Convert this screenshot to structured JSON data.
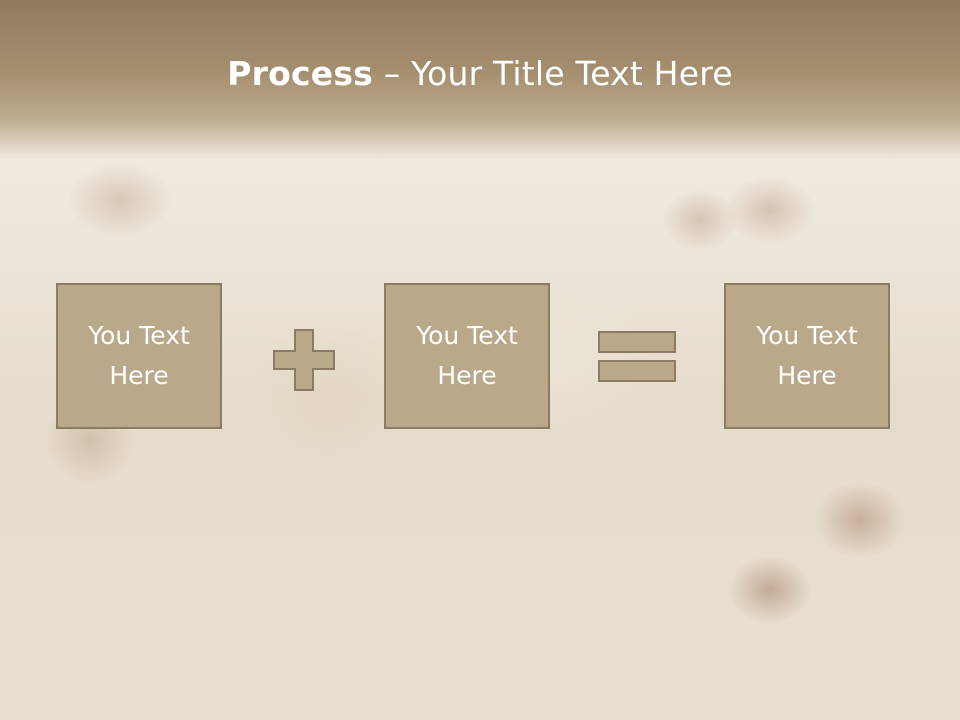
{
  "slide": {
    "title_bold": "Process",
    "title_rest": " – Your Title Text Here",
    "boxes": [
      {
        "text": "You Text\nHere"
      },
      {
        "text": "You Text\nHere"
      },
      {
        "text": "You Text\nHere"
      }
    ],
    "operators": {
      "first": "plus",
      "second": "equals"
    },
    "colors": {
      "header": "#a48f6f",
      "box_fill": "#b9a88a",
      "box_border": "#8b7b62",
      "text": "#ffffff"
    }
  }
}
